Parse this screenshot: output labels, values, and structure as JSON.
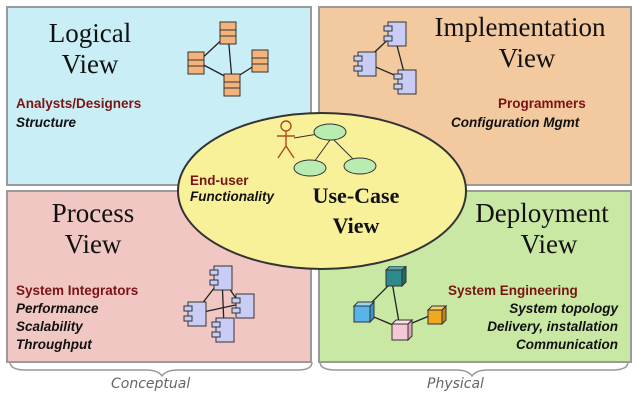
{
  "logical": {
    "title_line1": "Logical",
    "title_line2": "View",
    "role": "Analysts/Designers",
    "concern": "Structure"
  },
  "implementation": {
    "title_line1": "Implementation",
    "title_line2": "View",
    "role": "Programmers",
    "concern": "Configuration Mgmt"
  },
  "process": {
    "title_line1": "Process",
    "title_line2": "View",
    "role": "System Integrators",
    "concerns": [
      "Performance",
      "Scalability",
      "Throughput"
    ]
  },
  "deployment": {
    "title_line1": "Deployment",
    "title_line2": "View",
    "role": "System Engineering",
    "concerns": [
      "System topology",
      "Delivery, installation",
      "Communication"
    ]
  },
  "usecase": {
    "title_line1": "Use-Case",
    "title_line2": "View",
    "role": "End-user",
    "concern": "Functionality"
  },
  "footer": {
    "left": "Conceptual",
    "right": "Physical"
  },
  "colors": {
    "logical_bg": "#c9eef5",
    "implementation_bg": "#f3c9a0",
    "process_bg": "#f1c7c4",
    "deployment_bg": "#c9e8a4",
    "usecase_bg": "#f8f19a",
    "role_text": "#7a1414"
  }
}
